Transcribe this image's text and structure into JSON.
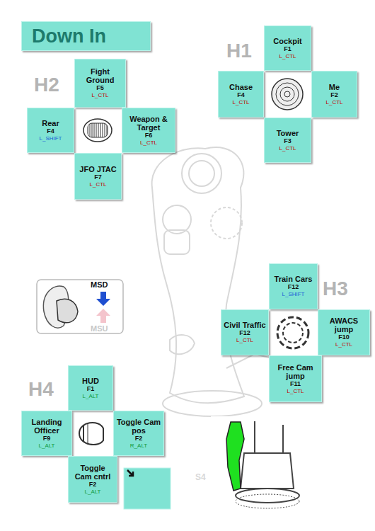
{
  "diagram": {
    "title": "Down In",
    "nodes": [
      {
        "text": [
          "Cockpit",
          "F1",
          "L_CTL"
        ]
      },
      {
        "text": [
          "Chase",
          "F4",
          "L_CTL"
        ]
      },
      {
        "text": [
          "Me",
          "F2",
          "L_CTL"
        ]
      },
      {
        "text": [
          "Tower",
          "F3",
          "L_CTL"
        ]
      },
      {
        "text": [
          "Fight Ground",
          "F5",
          "L_CTL"
        ]
      },
      {
        "text": [
          "Rear",
          "F4",
          "L_SHIFT"
        ]
      },
      {
        "text": [
          "Weapon & Target",
          "F6",
          "L_CTL"
        ]
      },
      {
        "text": [
          "JFO JTAC",
          "F7",
          "L_CTL"
        ]
      },
      {
        "text": [
          "Train Cars",
          "F12",
          "L_SHIFT"
        ]
      },
      {
        "text": [
          "Civil Traffic",
          "F12",
          "L_CTL"
        ]
      },
      {
        "text": [
          "AWACS jump",
          "F10",
          "L_CTL"
        ]
      },
      {
        "text": [
          "Free Cam jump",
          "F11",
          "L_CTL"
        ]
      },
      {
        "text": [
          "HUD",
          "F1",
          "L_ALT"
        ]
      },
      {
        "text": [
          "Landing Officer",
          "F9",
          "L_ALT"
        ]
      },
      {
        "text": [
          "Toggle Cam pos",
          "F2",
          "R_ALT"
        ]
      },
      {
        "text": [
          "Toggle Cam cntrl",
          "F2",
          "L_ALT"
        ]
      }
    ],
    "labels": [
      "H1",
      "H2",
      "MSD",
      "MSU",
      "H3",
      "H4",
      "S4"
    ]
  }
}
